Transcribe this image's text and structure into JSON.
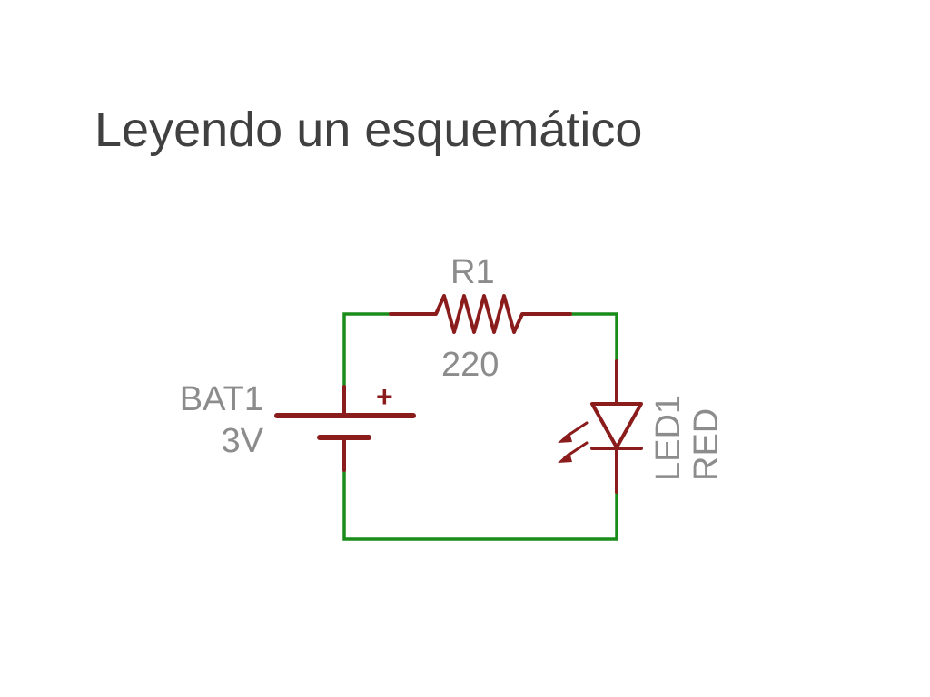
{
  "slide": {
    "title": "Leyendo un esquemático"
  },
  "schematic": {
    "resistor": {
      "designator": "R1",
      "value": "220"
    },
    "battery": {
      "designator": "BAT1",
      "value": "3V",
      "polarity_mark": "+"
    },
    "led": {
      "designator": "LED1",
      "color": "RED"
    },
    "colors": {
      "wire": "#1a8c1a",
      "component": "#8a1c1c",
      "label": "#8c8c8c",
      "title": "#404040"
    }
  }
}
